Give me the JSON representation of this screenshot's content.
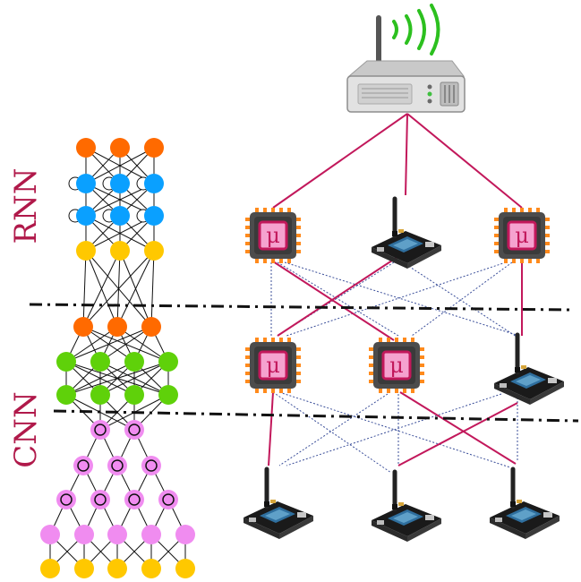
{
  "labels": {
    "rnn": "RNN",
    "cnn": "CNN",
    "mcu_glyph": "μ"
  },
  "colors": {
    "label": "#b0194a",
    "orange": "#ff6a00",
    "blue": "#0aa0ff",
    "yellow": "#ffc800",
    "green": "#5fd10a",
    "pink": "#f08cf0",
    "link_solid": "#c2185b",
    "link_dotted": "#3b4f9a",
    "wifi": "#2cc01f"
  },
  "icons": {
    "router": "router-icon",
    "microcontroller": "microcontroller-chip-icon",
    "board": "iot-board-icon",
    "wifi": "wifi-signal-icon"
  },
  "network": {
    "rnn_layers": [
      {
        "nodes": 3,
        "color": "orange"
      },
      {
        "nodes": 3,
        "color": "blue",
        "recurrent": true
      },
      {
        "nodes": 3,
        "color": "blue",
        "recurrent": true
      },
      {
        "nodes": 3,
        "color": "yellow"
      }
    ],
    "cnn_layers": [
      {
        "nodes": 3,
        "color": "orange"
      },
      {
        "nodes": 4,
        "color": "green"
      },
      {
        "nodes": 4,
        "color": "green"
      },
      {
        "nodes": 2,
        "color": "pink",
        "conv": true
      },
      {
        "nodes": 3,
        "color": "pink",
        "conv": true
      },
      {
        "nodes": 4,
        "color": "pink",
        "conv": true
      },
      {
        "nodes": 5,
        "color": "pink"
      },
      {
        "nodes": 5,
        "color": "yellow"
      }
    ]
  },
  "topology": {
    "tier1": [
      "microcontroller",
      "board",
      "microcontroller"
    ],
    "tier2": [
      "microcontroller",
      "microcontroller",
      "board"
    ],
    "tier3": [
      "board",
      "board",
      "board"
    ]
  }
}
